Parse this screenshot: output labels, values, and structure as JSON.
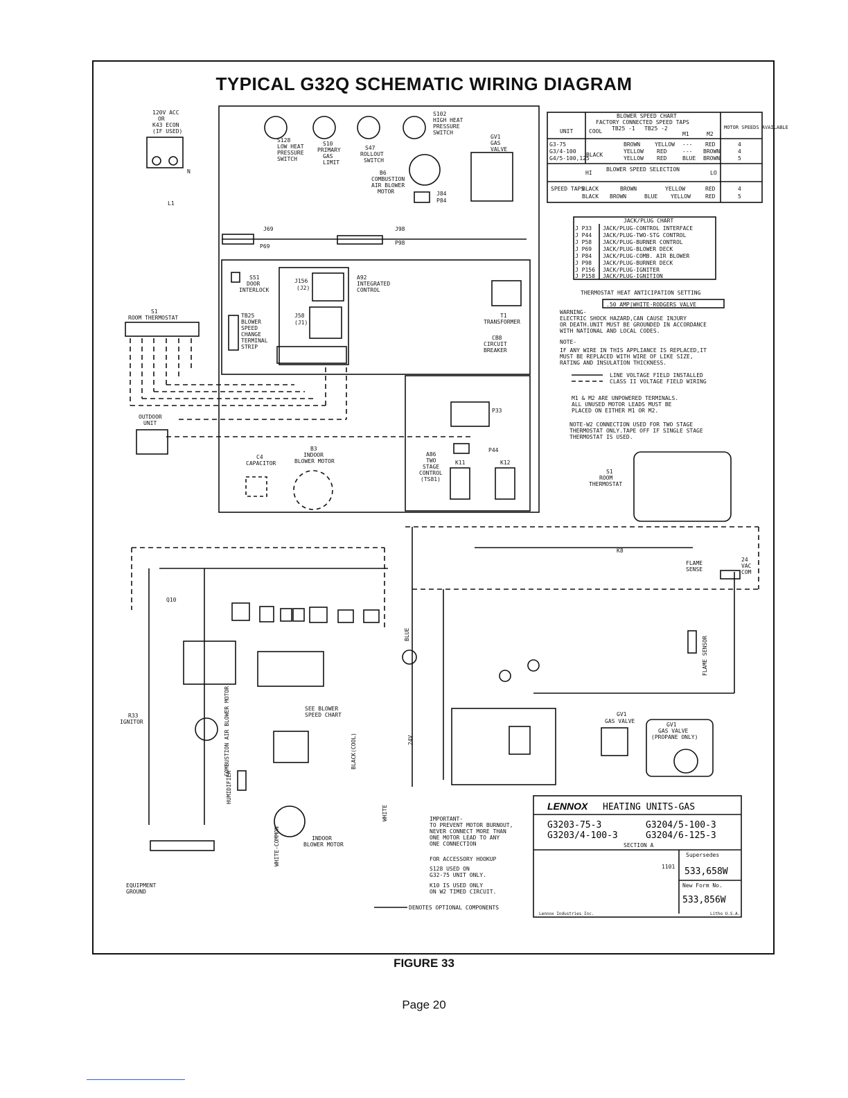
{
  "title": "TYPICAL G32Q SCHEMATIC WIRING DIAGRAM",
  "figure_caption": "FIGURE 33",
  "page_label": "Page 20",
  "blower_speed_chart": {
    "title": "BLOWER SPEED CHART",
    "header": "FACTORY CONNECTED SPEED TAPS",
    "columns": [
      "UNIT",
      "COOL",
      "TB25 -1",
      "TB25 -2",
      "M1",
      "M2",
      "MOTOR SPEEDS AVAILABLE"
    ],
    "rows": [
      [
        "G3-75",
        "",
        "BROWN",
        "YELLOW",
        "---",
        "RED",
        "4"
      ],
      [
        "G3/4-100",
        "BLACK",
        "YELLOW",
        "RED",
        "---",
        "BROWN",
        "4"
      ],
      [
        "G4/5-100,125",
        "",
        "YELLOW",
        "RED",
        "BLUE",
        "BROWN",
        "5"
      ]
    ],
    "selection_label": "BLOWER SPEED SELECTION",
    "hi": "HI",
    "lo": "LO",
    "speed_taps_label": "SPEED TAPS",
    "speed_taps_rows": [
      [
        "BLACK",
        "BROWN",
        "YELLOW",
        "RED",
        "4"
      ],
      [
        "BLACK",
        "BROWN",
        "BLUE",
        "YELLOW",
        "RED",
        "5"
      ]
    ]
  },
  "jackplug_chart": {
    "title": "JACK/PLUG CHART",
    "rows": [
      [
        "J P33",
        "JACK/PLUG-CONTROL INTERFACE"
      ],
      [
        "J P44",
        "JACK/PLUG-TWO-STG CONTROL"
      ],
      [
        "J P58",
        "JACK/PLUG-BURNER CONTROL"
      ],
      [
        "J P69",
        "JACK/PLUG-BLOWER DECK"
      ],
      [
        "J P84",
        "JACK/PLUG-COMB. AIR BLOWER"
      ],
      [
        "J P98",
        "JACK/PLUG-BURNER DECK"
      ],
      [
        "J P156",
        "JACK/PLUG-IGNITER"
      ],
      [
        "J P158",
        "JACK/PLUG-IGNITION"
      ]
    ]
  },
  "notes": {
    "anticipation_title": "THERMOSTAT HEAT ANTICIPATION SETTING",
    "anticipation_value": ".50 AMP|WHITE-RODGERS VALVE",
    "warning": [
      "WARNING-",
      "ELECTRIC SHOCK HAZARD,CAN CAUSE INJURY",
      "OR DEATH.UNIT MUST BE GROUNDED IN ACCORDANCE",
      "WITH NATIONAL AND LOCAL CODES."
    ],
    "note": [
      "NOTE-",
      "IF ANY WIRE IN THIS APPLIANCE IS REPLACED,IT",
      "MUST BE REPLACED WITH WIRE OF LIKE SIZE,",
      "RATING AND INSULATION THICKNESS."
    ],
    "legend_line": "LINE VOLTAGE FIELD INSTALLED",
    "legend_class2": "CLASS II VOLTAGE FIELD WIRING",
    "note1": [
      "M1 & M2 ARE UNPOWERED TERMINALS.",
      "ALL UNUSED MOTOR LEADS MUST BE",
      "PLACED ON EITHER M1 OR M2."
    ],
    "note2": [
      "NOTE-W2 CONNECTION USED FOR TWO STAGE",
      "THERMOSTAT ONLY.TAPE OFF IF SINGLE STAGE",
      "THERMOSTAT IS USED."
    ]
  },
  "top_labels": {
    "power": [
      "120V ACC",
      "OR",
      "K43 ECON",
      "(IF USED)"
    ],
    "n": "N",
    "l1": "L1",
    "s128": [
      "S128",
      "LOW HEAT",
      "PRESSURE",
      "SWITCH"
    ],
    "s10": [
      "S10",
      "PRIMARY",
      "GAS",
      "LIMIT"
    ],
    "s47": [
      "S47",
      "ROLLOUT",
      "SWITCH"
    ],
    "s102": [
      "S102",
      "HIGH HEAT",
      "PRESSURE",
      "SWITCH"
    ],
    "gv1": [
      "GV1",
      "GAS",
      "VALVE"
    ],
    "b6": [
      "B6",
      "COMBUSTION",
      "AIR BLOWER",
      "MOTOR"
    ],
    "j84": "J84",
    "p84": "P84",
    "j69": "J69",
    "p69": "P69",
    "j98": "J98",
    "p98": "P98",
    "s51": [
      "S51",
      "DOOR",
      "INTERLOCK"
    ],
    "a92": [
      "A92",
      "INTEGRATED",
      "CONTROL"
    ],
    "j156": "J156",
    "j2": "(J2)",
    "j58": "J58",
    "j1": "(J1)",
    "tb25": [
      "TB25",
      "BLOWER",
      "SPEED",
      "CHANGE",
      "TERMINAL",
      "STRIP"
    ],
    "t1": [
      "T1",
      "TRANSFORMER"
    ],
    "cb8": [
      "CB8",
      "CIRCUIT",
      "BREAKER"
    ],
    "s1": [
      "S1",
      "ROOM THERMOSTAT"
    ],
    "outdoor": [
      "OUTDOOR",
      "UNIT"
    ],
    "c4": [
      "C4",
      "CAPACITOR"
    ],
    "b3": [
      "B3",
      "INDOOR",
      "BLOWER MOTOR"
    ],
    "a86": [
      "A86",
      "TWO",
      "STAGE",
      "CONTROL",
      "(TS81)"
    ],
    "p33": "P33",
    "p44": "P44",
    "k11": "K11",
    "k12": "K12",
    "s1b": [
      "S1",
      "ROOM",
      "THERMOSTAT"
    ]
  },
  "title_block": {
    "brand": "LENNOX",
    "product": "HEATING UNITS-GAS",
    "models_left": [
      "G3203-75-3",
      "G3203/4-100-3"
    ],
    "models_right": [
      "G3204/5-100-3",
      "G3204/6-125-3"
    ],
    "section": "SECTION A",
    "supersedes_label": "Supersedes",
    "date": "1101",
    "supersedes_value": "533,658W",
    "new_form_label": "New Form No.",
    "new_form_value": "533,856W",
    "copyright": "Lennox Industries Inc.",
    "litho": "Litho U.S.A."
  },
  "important_notes": {
    "important": [
      "IMPORTANT-",
      "TO PREVENT MOTOR BURNOUT,",
      "NEVER CONNECT MORE THAN",
      "ONE MOTOR LEAD TO ANY",
      "ONE CONNECTION"
    ],
    "accessory": "FOR ACCESSORY HOOKUP",
    "s128_note": [
      "S128 USED ON",
      "G32-75 UNIT ONLY."
    ],
    "k10_note": [
      "K10 IS USED ONLY",
      "ON W2 TIMED CIRCUIT."
    ],
    "optional": "DENOTES OPTIONAL COMPONENTS"
  },
  "bottom_labels": {
    "equipment_ground": [
      "EQUIPMENT",
      "GROUND"
    ],
    "r33": [
      "R33",
      "IGNITOR"
    ],
    "q10": "Q10",
    "k8": "K8",
    "flame_sense": [
      "FLAME",
      "SENSE"
    ],
    "flame_sensor": "FLAME SENSOR",
    "gv1_b": [
      "GV1",
      "GAS VALVE"
    ],
    "gv1_propane": [
      "GV1",
      "GAS VALVE",
      "(PROPANE ONLY)"
    ],
    "vac24": [
      "24",
      "VAC",
      "COM"
    ],
    "hum": "HUMIDIFIER",
    "comb_air": "COMBUSTION AIR BLOWER MOTOR",
    "see_chart": [
      "SEE BLOWER",
      "SPEED CHART"
    ],
    "black_cool": "BLACK(COOL)",
    "white": "WHITE",
    "blue": "BLUE",
    "white_common": "WHITE-COMMON",
    "transformer_v": "24V",
    "indoor_motor": [
      "INDOOR",
      "BLOWER MOTOR"
    ]
  },
  "colors": {
    "ink": "#111111",
    "paper": "#ffffff",
    "underline": "#3b5bdb"
  }
}
